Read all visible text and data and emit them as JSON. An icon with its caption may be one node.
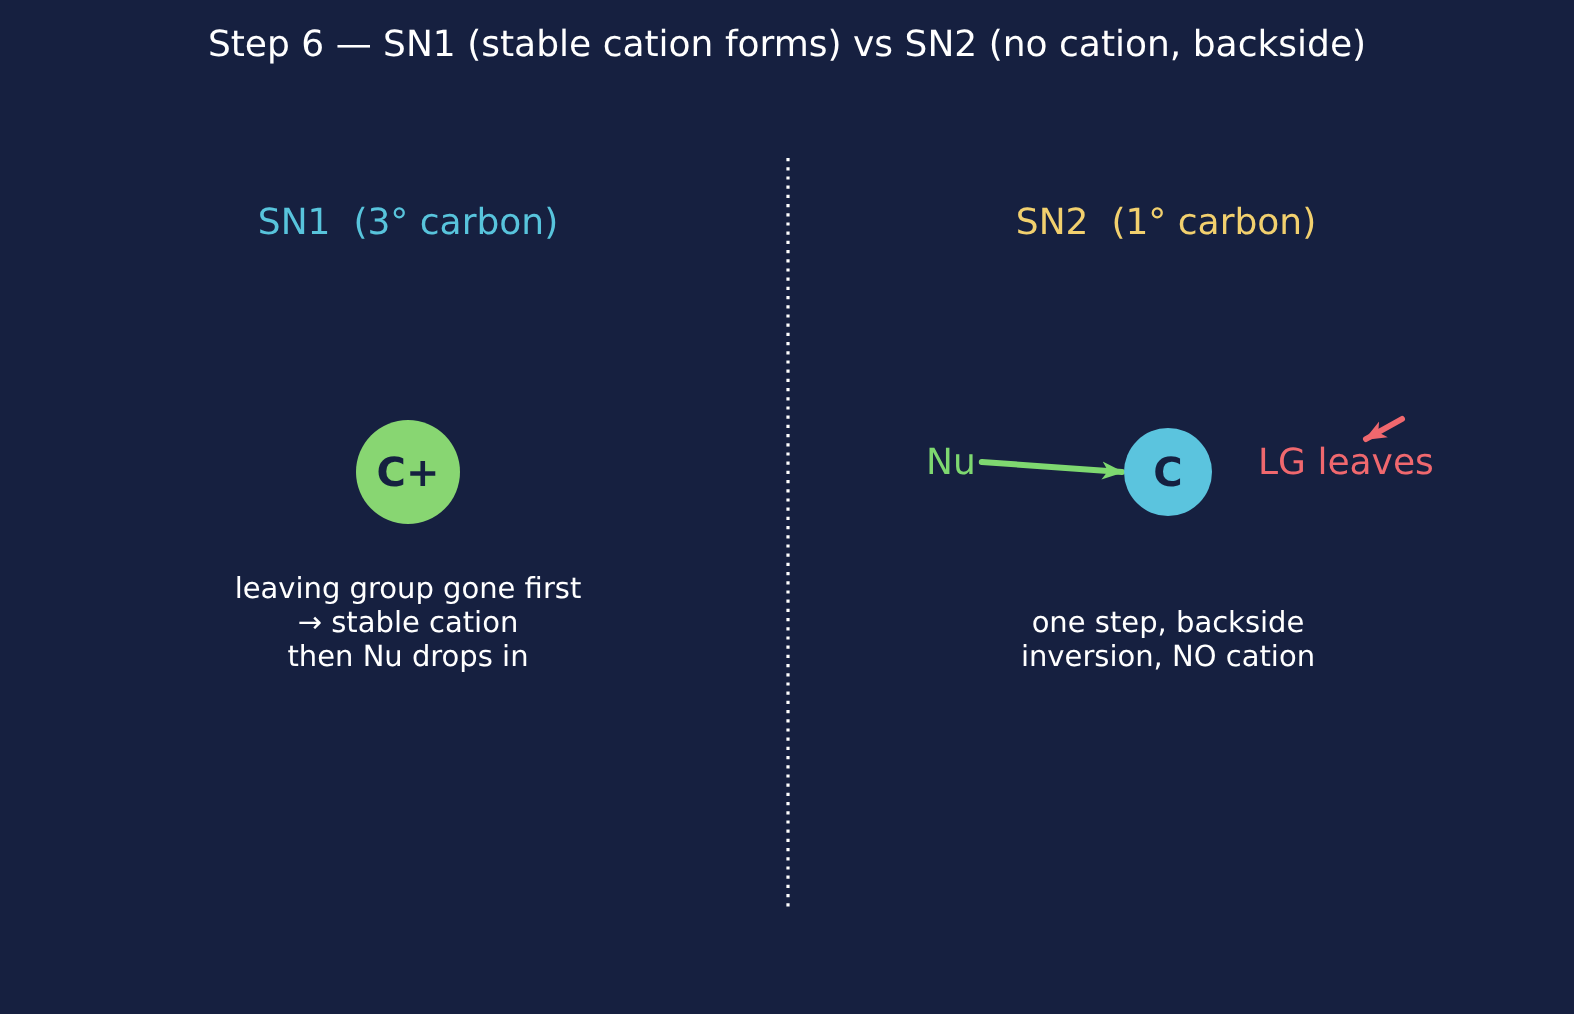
{
  "diagram": {
    "title": "Step 6 — SN1 (stable cation forms) vs SN2 (no cation, backside)",
    "nodes": [
      {
        "text": [
          "C+"
        ],
        "beside": [
          "leaving group gone first → stable cation then Nu drops in"
        ]
      },
      {
        "text": [
          "Nu"
        ]
      },
      {
        "text": [
          "C"
        ],
        "beside": [
          "one step, backside inversion, NO cation"
        ]
      },
      {
        "text": [
          "LG leaves"
        ]
      }
    ],
    "edges": [
      {
        "from": 1,
        "to": 2,
        "arrow": "to",
        "color": "#7ed870"
      },
      {
        "from": null,
        "to": 3,
        "arrow": "to",
        "color": "#f0686e"
      }
    ],
    "labels": [
      "SN1  (3° carbon)",
      "SN2  (1° carbon)"
    ]
  }
}
